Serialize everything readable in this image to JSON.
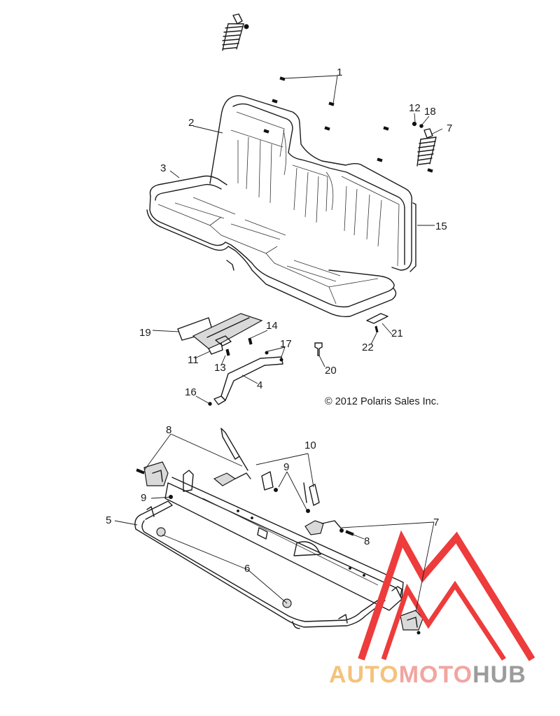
{
  "copyright": "© 2012 Polaris Sales Inc.",
  "watermark": {
    "segments": [
      {
        "text": "AUTO",
        "color": "#f5c27a"
      },
      {
        "text": "MOTO",
        "color": "#f2a5a0"
      },
      {
        "text": "HUB",
        "color": "#9c9c9c"
      }
    ],
    "triangle_color": "#ee3b3b"
  },
  "callouts": {
    "c1": "1",
    "c2": "2",
    "c3": "3",
    "c4": "4",
    "c5": "5",
    "c6": "6",
    "c7a": "7",
    "c7b": "7",
    "c8a": "8",
    "c8b": "8",
    "c9a": "9",
    "c9b": "9",
    "c10": "10",
    "c11": "11",
    "c12": "12",
    "c13": "13",
    "c14": "14",
    "c15": "15",
    "c16": "16",
    "c17": "17",
    "c18": "18",
    "c19": "19",
    "c20": "20",
    "c21": "21",
    "c22": "22"
  }
}
